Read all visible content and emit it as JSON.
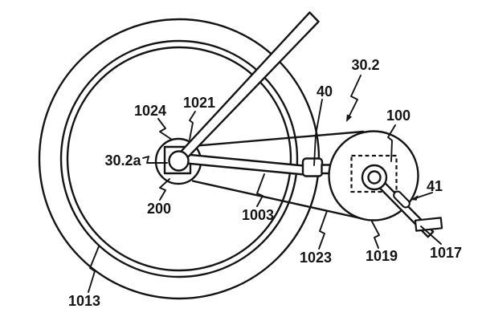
{
  "diagram": {
    "description": "Patent figure: wheel with hub motor, belt drive to crank pulley",
    "background": "#ffffff",
    "stroke_color": "#141414",
    "labels": {
      "l1013": "1013",
      "l1024": "1024",
      "l1021": "1021",
      "l30_2a": "30.2a",
      "l200": "200",
      "l1003": "1003",
      "l40": "40",
      "l30_2": "30.2",
      "l100": "100",
      "l41": "41",
      "l1023": "1023",
      "l1019": "1019",
      "l1017": "1017"
    }
  }
}
